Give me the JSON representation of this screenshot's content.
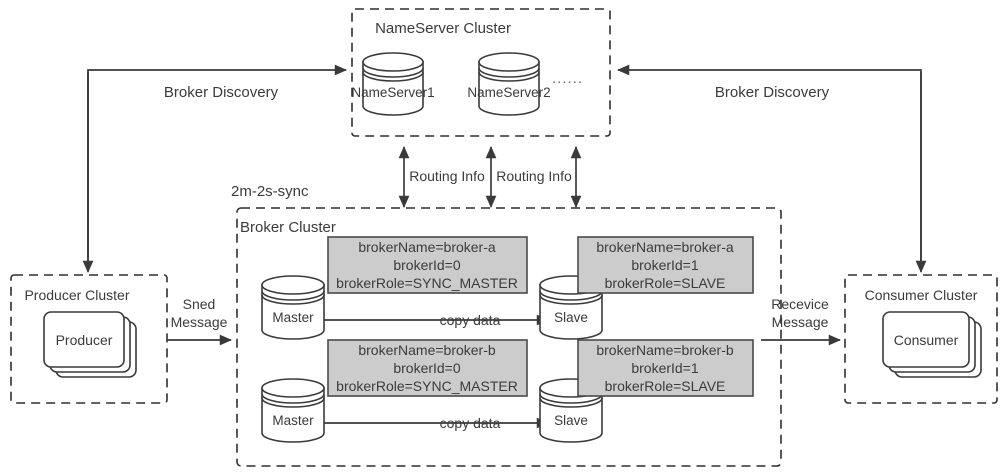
{
  "diagram": {
    "title": "RocketMQ 2m-2s-sync cluster deployment",
    "annotation": "2m-2s-sync",
    "colors": {
      "stroke": "#3a3a3a",
      "dashed_stroke": "#2f2f2f",
      "info_box_fill": "#cccccc",
      "text": "#3b3b3b",
      "background": "#ffffff"
    }
  },
  "nameserver_cluster": {
    "label": "NameServer Cluster",
    "nodes": [
      {
        "label": "NameServer1"
      },
      {
        "label": "NameServer2"
      }
    ],
    "ellipsis": "......"
  },
  "producer_cluster": {
    "label": "Producer Cluster",
    "node_label": "Producer"
  },
  "consumer_cluster": {
    "label": "Consumer Cluster",
    "node_label": "Consumer"
  },
  "broker_cluster": {
    "label": "Broker Cluster",
    "rows": [
      {
        "master": {
          "node_label": "Master",
          "info": {
            "broker_name": "brokerName=broker-a",
            "broker_id": "brokerId=0",
            "broker_role": "brokerRole=SYNC_MASTER"
          }
        },
        "slave": {
          "node_label": "Slave",
          "info": {
            "broker_name": "brokerName=broker-a",
            "broker_id": "brokerId=1",
            "broker_role": "brokerRole=SLAVE"
          }
        },
        "replication_label": "copy data"
      },
      {
        "master": {
          "node_label": "Master",
          "info": {
            "broker_name": "brokerName=broker-b",
            "broker_id": "brokerId=0",
            "broker_role": "brokerRole=SYNC_MASTER"
          }
        },
        "slave": {
          "node_label": "Slave",
          "info": {
            "broker_name": "brokerName=broker-b",
            "broker_id": "brokerId=1",
            "broker_role": "brokerRole=SLAVE"
          }
        },
        "replication_label": "copy data"
      }
    ]
  },
  "edges": {
    "broker_discovery_left": "Broker Discovery",
    "broker_discovery_right": "Broker Discovery",
    "routing_info_left": "Routing Info",
    "routing_info_right": "Routing Info",
    "send_message": {
      "line1": "Sned",
      "line2": "Message"
    },
    "receive_message": {
      "line1": "Recevice",
      "line2": "Message"
    }
  }
}
